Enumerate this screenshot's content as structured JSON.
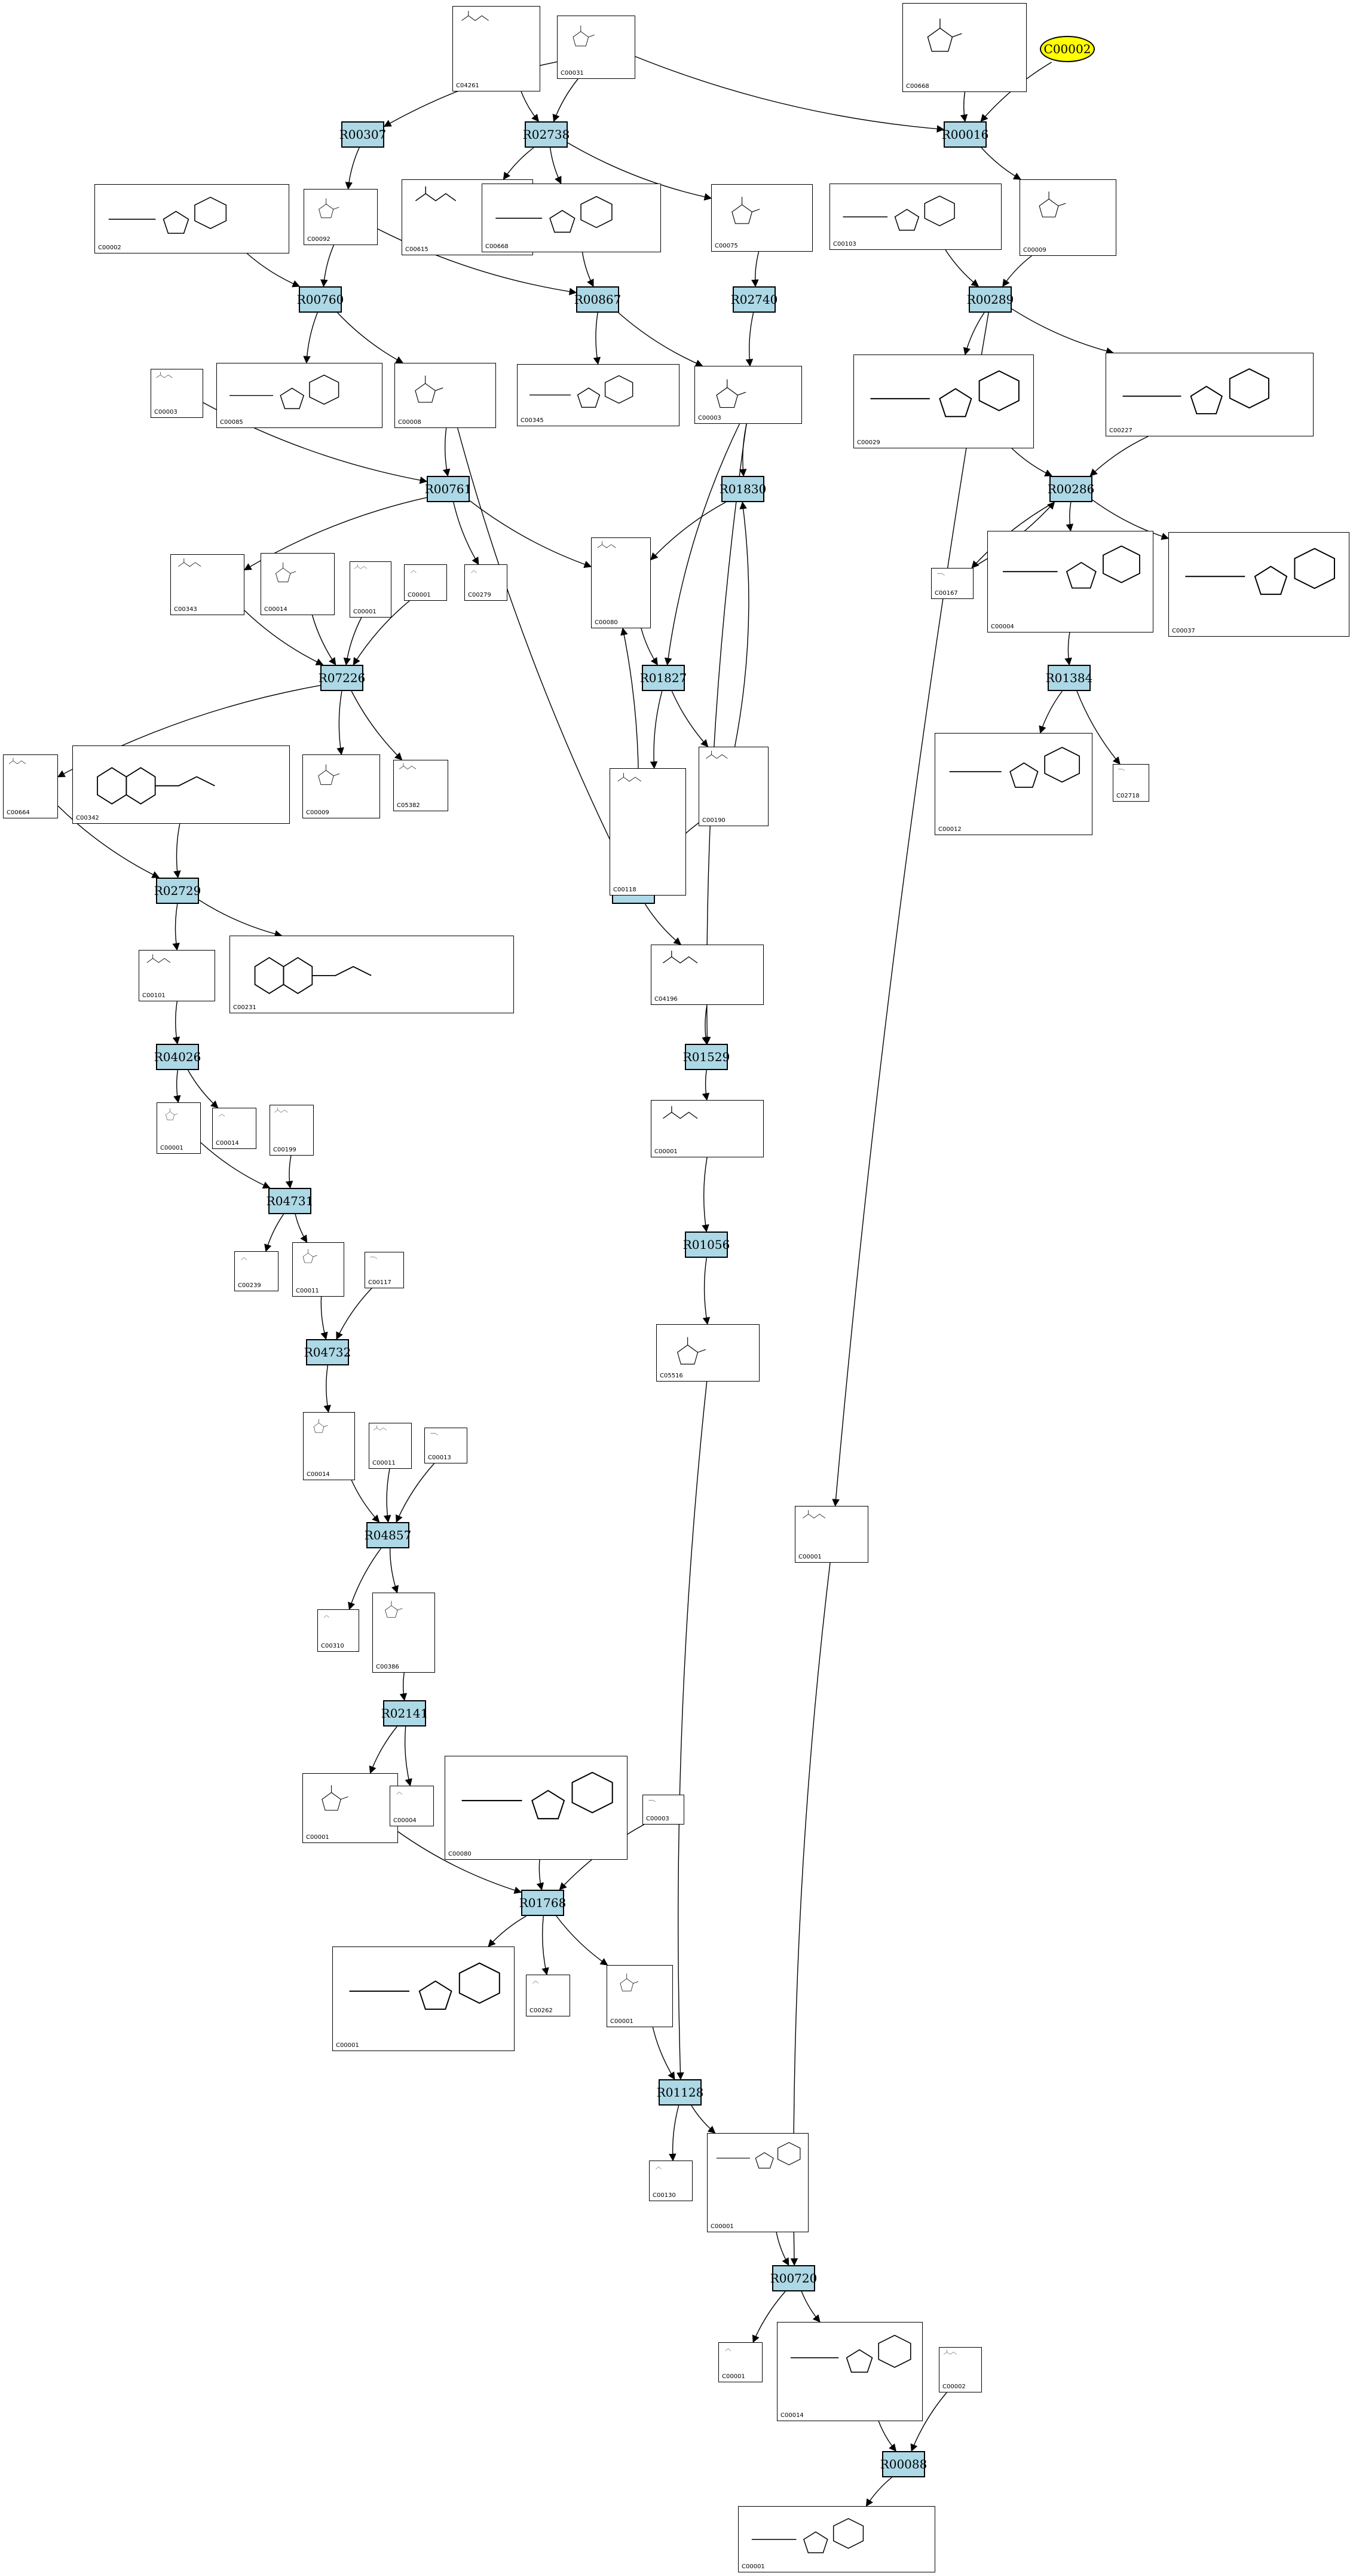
{
  "start": {
    "id": "C00002"
  },
  "reactions": [
    "R00307",
    "R02738",
    "R00016",
    "R00760",
    "R00867",
    "R02740",
    "R00289",
    "R00761",
    "R01830",
    "R00286",
    "R07226",
    "R01827",
    "R01384",
    "R02729",
    "R01067",
    "R01529",
    "R04026",
    "R01056",
    "R04731",
    "R04732",
    "R04857",
    "R02141",
    "R01768",
    "R01128",
    "R00720",
    "R00088"
  ],
  "compounds": [
    "C04261",
    "C00031",
    "C00668",
    "C00002",
    "C00092",
    "C00615",
    "C00668",
    "C00075",
    "C00103",
    "C00009",
    "C00003",
    "C00085",
    "C00008",
    "C00345",
    "C00003",
    "C00029",
    "C00227",
    "C00343",
    "C00014",
    "C00001",
    "C00001",
    "C00279",
    "C00080",
    "C00167",
    "C00004",
    "C00037",
    "C00664",
    "C00342",
    "C00009",
    "C05382",
    "C00118",
    "C00190",
    "C00012",
    "C02718",
    "C00101",
    "C00231",
    "C04196",
    "C00001",
    "C00014",
    "C00199",
    "C00001",
    "C00239",
    "C00011",
    "C00117",
    "C05516",
    "C00014",
    "C00011",
    "C00013",
    "C00001",
    "C00310",
    "C00386",
    "C00001",
    "C00004",
    "C00080",
    "C00003",
    "C00001",
    "C00262",
    "C00001",
    "C00130",
    "C00001",
    "C00001",
    "C00014",
    "C00002",
    "C00001"
  ]
}
